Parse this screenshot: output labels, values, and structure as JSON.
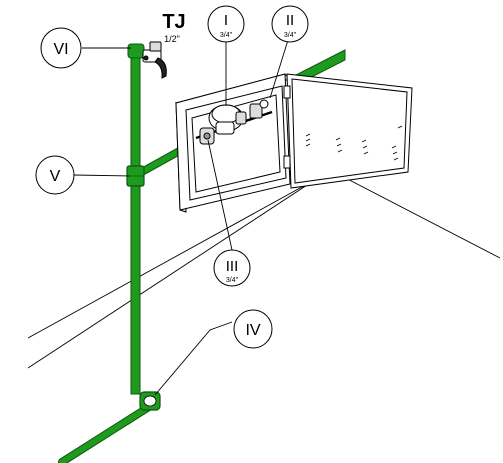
{
  "labels": {
    "tj": {
      "code": "TJ",
      "size": "1/2\""
    },
    "i": {
      "roman": "I",
      "size": "3/4\""
    },
    "ii": {
      "roman": "II",
      "size": "3/4\""
    },
    "iii": {
      "roman": "III",
      "size": "3/4\""
    },
    "iv": {
      "roman": "IV"
    },
    "v": {
      "roman": "V"
    },
    "vi": {
      "roman": "VI"
    }
  },
  "colors": {
    "pipe_green": "#1e9a1e",
    "pipe_dark": "#0b5a0b",
    "line": "#000000",
    "paper": "#ffffff"
  }
}
